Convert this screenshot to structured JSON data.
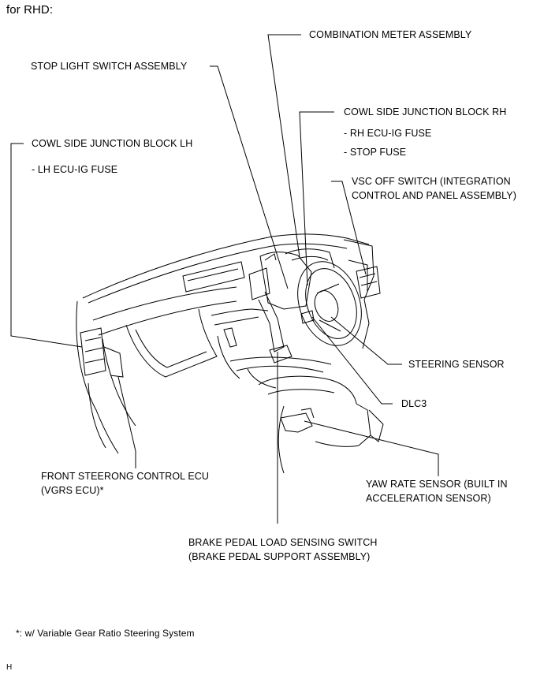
{
  "header": {
    "title": "for RHD:"
  },
  "labels": {
    "combination_meter": "COMBINATION METER ASSEMBLY",
    "stop_light_switch": "STOP LIGHT SWITCH ASSEMBLY",
    "cowl_rh": "COWL SIDE JUNCTION BLOCK RH",
    "rh_ecu_ig_fuse": "- RH ECU-IG FUSE",
    "stop_fuse": "- STOP FUSE",
    "cowl_lh": "COWL SIDE JUNCTION BLOCK LH",
    "lh_ecu_ig_fuse": "- LH ECU-IG FUSE",
    "vsc_off_switch": "VSC OFF SWITCH (INTEGRATION\nCONTROL AND PANEL ASSEMBLY)",
    "steering_sensor": "STEERING SENSOR",
    "dlc3": "DLC3",
    "front_steering_ecu": "FRONT STEERONG CONTROL ECU\n(VGRS ECU)*",
    "yaw_rate_sensor": "YAW RATE SENSOR (BUILT IN\nACCELERATION SENSOR)",
    "brake_pedal_switch": "BRAKE PEDAL LOAD SENSING SWITCH\n(BRAKE PEDAL SUPPORT ASSEMBLY)"
  },
  "footnote": "*: w/ Variable Gear Ratio Steering System",
  "corner_mark": "H"
}
